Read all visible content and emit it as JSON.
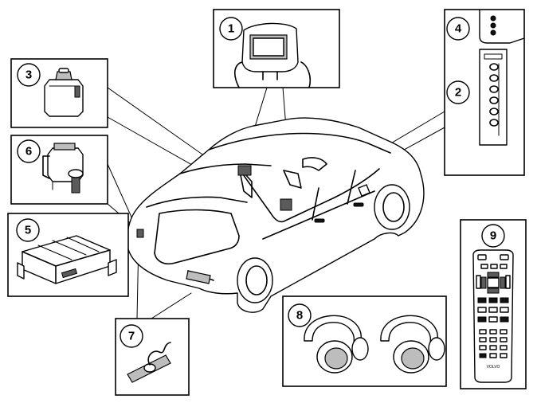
{
  "callouts": {
    "c1": "1",
    "c2": "2",
    "c3": "3",
    "c4": "4",
    "c5": "5",
    "c6": "6",
    "c7": "7",
    "c8": "8",
    "c9": "9"
  },
  "remote": {
    "brand_label": "VOLVO"
  },
  "colors": {
    "line": "#000000",
    "fill_grey": "#bdbdbd",
    "fill_dark": "#5b5b5b",
    "background": "#ffffff"
  }
}
